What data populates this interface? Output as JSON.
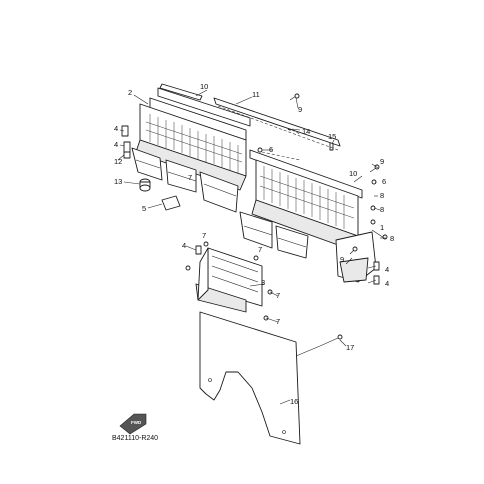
{
  "callouts": [
    {
      "id": "c1",
      "text": "1"
    },
    {
      "id": "c2",
      "text": "2"
    },
    {
      "id": "c3",
      "text": "3"
    },
    {
      "id": "c4a",
      "text": "4"
    },
    {
      "id": "c4b",
      "text": "4"
    },
    {
      "id": "c4c",
      "text": "4"
    },
    {
      "id": "c4d",
      "text": "4"
    },
    {
      "id": "c4e",
      "text": "4"
    },
    {
      "id": "c5",
      "text": "5"
    },
    {
      "id": "c6a",
      "text": "6"
    },
    {
      "id": "c6b",
      "text": "6"
    },
    {
      "id": "c7a",
      "text": "7"
    },
    {
      "id": "c7b",
      "text": "7"
    },
    {
      "id": "c7c",
      "text": "7"
    },
    {
      "id": "c7d",
      "text": "7"
    },
    {
      "id": "c7e",
      "text": "7"
    },
    {
      "id": "c8a",
      "text": "8"
    },
    {
      "id": "c8b",
      "text": "8"
    },
    {
      "id": "c8c",
      "text": "8"
    },
    {
      "id": "c9a",
      "text": "9"
    },
    {
      "id": "c9b",
      "text": "9"
    },
    {
      "id": "c9c",
      "text": "9"
    },
    {
      "id": "c10a",
      "text": "10"
    },
    {
      "id": "c10b",
      "text": "10"
    },
    {
      "id": "c11",
      "text": "11"
    },
    {
      "id": "c12",
      "text": "12"
    },
    {
      "id": "c13",
      "text": "13"
    },
    {
      "id": "c14",
      "text": "14"
    },
    {
      "id": "c15",
      "text": "15"
    },
    {
      "id": "c16",
      "text": "16"
    },
    {
      "id": "c17",
      "text": "17"
    }
  ],
  "drawing_code": "B421110-R240",
  "fwd_label": "FWD"
}
